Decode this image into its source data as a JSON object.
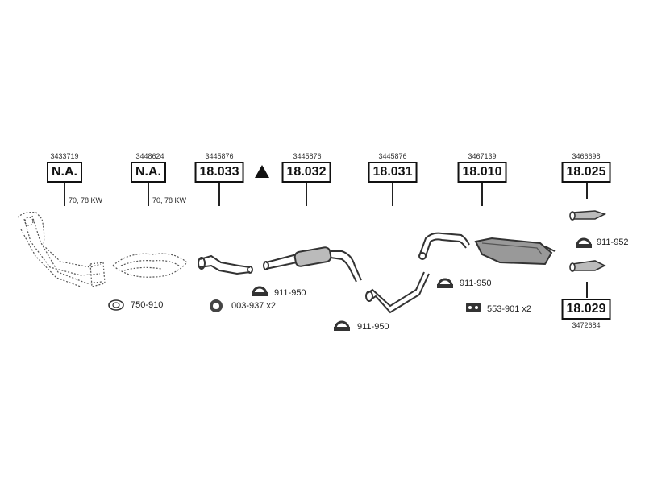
{
  "parts": [
    {
      "number": "3433719",
      "box": "N.A."
    },
    {
      "number": "3448624",
      "box": "N.A."
    },
    {
      "number": "3445876",
      "box": "18.033"
    },
    {
      "number": "3445876",
      "box": "18.032"
    },
    {
      "number": "3445876",
      "box": "18.031"
    },
    {
      "number": "3467139",
      "box": "18.010"
    },
    {
      "number": "3466698",
      "box": "18.025"
    }
  ],
  "power_labels": [
    "70, 78 KW",
    "70, 78 KW"
  ],
  "bottom_part": {
    "box": "18.029",
    "number": "3472684"
  },
  "fittings": [
    {
      "code": "750-910"
    },
    {
      "code": "003-937 x2"
    },
    {
      "code": "911-950"
    },
    {
      "code": "911-950"
    },
    {
      "code": "911-950"
    },
    {
      "code": "553-901 x2"
    },
    {
      "code": "911-952"
    }
  ],
  "warning_triangle": "triangle-icon"
}
